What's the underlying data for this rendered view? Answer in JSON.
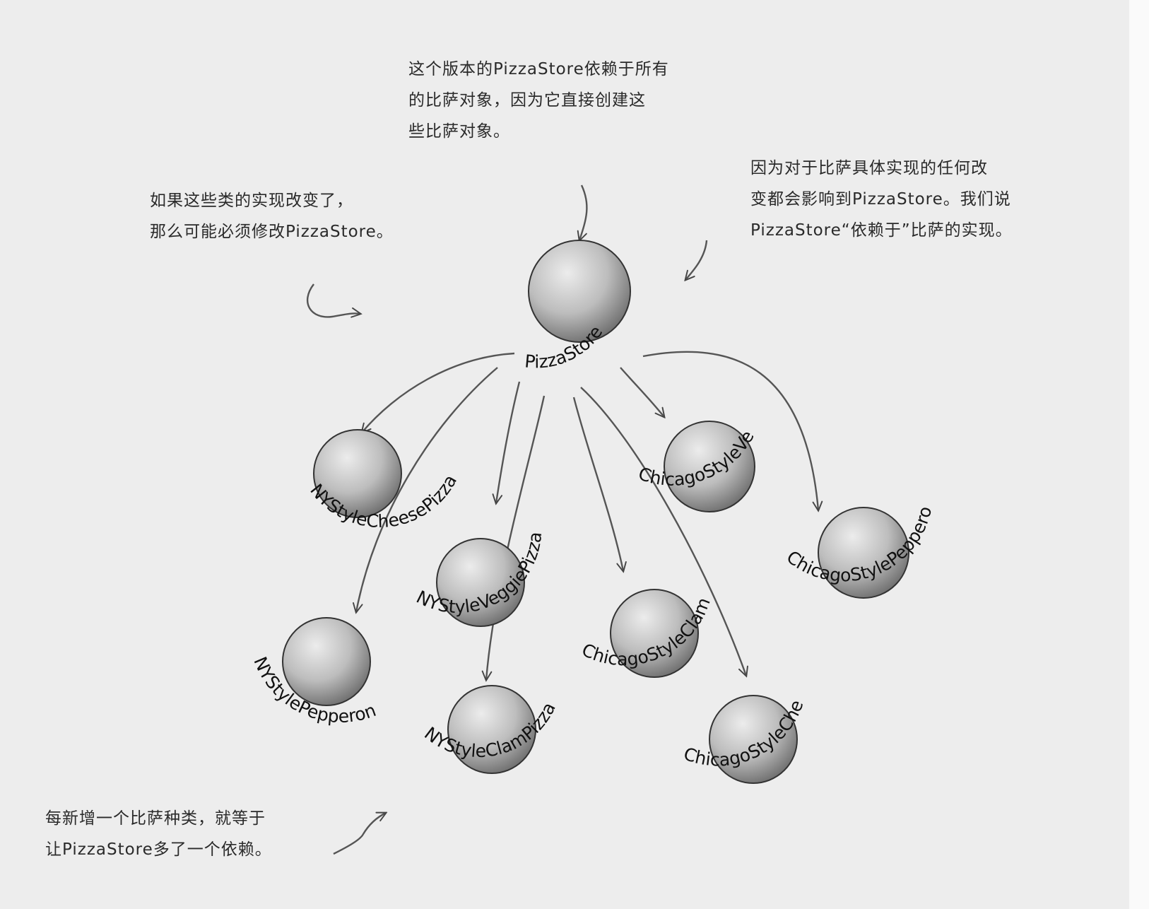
{
  "notes": {
    "top": [
      "这个版本的PizzaStore依赖于所有",
      "的比萨对象，因为它直接创建这",
      "些比萨对象。"
    ],
    "right": [
      "因为对于比萨具体实现的任何改",
      "变都会影响到PizzaStore。我们说",
      "PizzaStore“依赖于”比萨的实现。"
    ],
    "left": [
      "如果这些类的实现改变了，",
      "那么可能必须修改PizzaStore。"
    ],
    "bottom": [
      "每新增一个比萨种类，就等于",
      "让PizzaStore多了一个依赖。"
    ]
  },
  "nodes": {
    "store": "PizzaStore",
    "ny_cheese": "NYStyleCheesePizza",
    "ny_veggie": "NYStyleVeggiePizza",
    "ny_pepperoni": "NYStylePepperoniPizza",
    "ny_clam": "NYStyleClamPizza",
    "chicago_veggie": "ChicagoStyleVeggiePizza",
    "chicago_pepperoni": "ChicagoStylePepperoniPizza",
    "chicago_clam": "ChicagoStyleClamPizza",
    "chicago_cheese": "ChicagoStyleCheesePizza"
  },
  "colors": {
    "ball_light": "#e2e2e2",
    "ball_dark": "#6e6e6e",
    "ink": "#2a2a2a"
  }
}
